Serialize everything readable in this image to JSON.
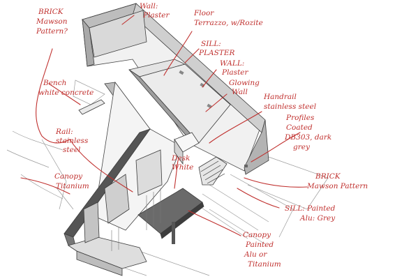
{
  "annotations": {
    "brick_top_left": [
      "BRICK",
      "Mawson",
      "Pattern?"
    ],
    "wall_plaster_top": [
      "Wall:",
      "Plaster"
    ],
    "floor": [
      "Floor",
      "Terrazzo, w/Rozite"
    ],
    "sill_plaster": [
      "SILL:",
      "PLASTER"
    ],
    "wall_plaster_mid": [
      "WALL:",
      "Plaster"
    ],
    "glowing_wall": [
      "Glowing",
      "Wall"
    ],
    "handrail": [
      "Handrail",
      "stainless steel"
    ],
    "bench": [
      "Bench",
      "white concrete"
    ],
    "profiles": [
      "Profiles",
      "Coated",
      "DB303, dark",
      "grey"
    ],
    "rail": [
      "Rail:",
      "stainless",
      "steel"
    ],
    "desk": [
      "Desk",
      "White"
    ],
    "brick_right": [
      "BRICK",
      "Mawson Pattern"
    ],
    "canopy_titanium": [
      "Canopy",
      "Titanium"
    ],
    "sill_painted": [
      "SILL: Painted",
      "Alu: Grey"
    ],
    "canopy_painted": [
      "Canopy",
      "Painted",
      "Alu or",
      "Titanium"
    ]
  }
}
